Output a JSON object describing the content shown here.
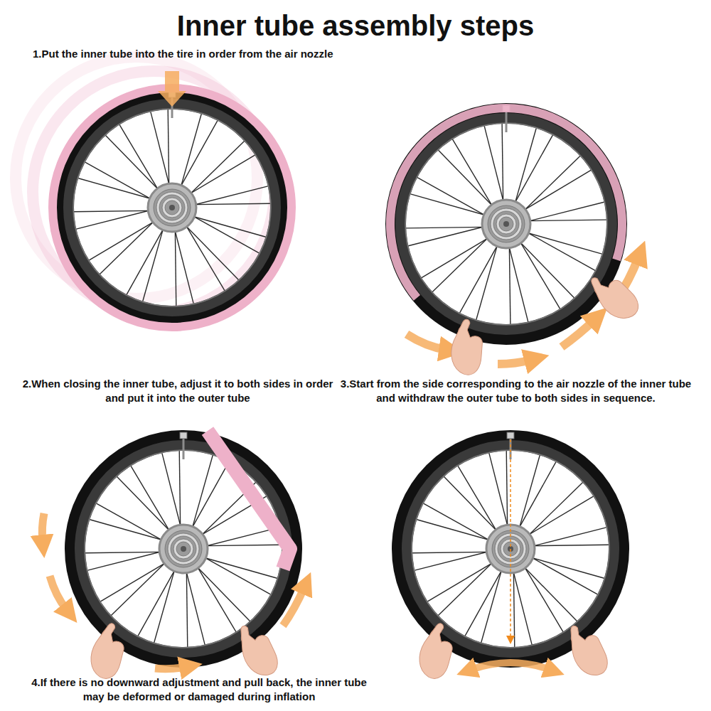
{
  "diagram": {
    "title": "Inner tube assembly steps",
    "labels": [
      "1.Put the inner tube into the tire in order from the air nozzle",
      "2.When closing the inner tube, adjust it to both sides in order and put it into the outer tube",
      "3.Start from the side corresponding to the air nozzle of the inner tube and withdraw the outer tube to both sides in sequence.",
      "4.If there is no downward adjustment and pull back, the inner tube may be deformed or damaged during inflation"
    ]
  }
}
